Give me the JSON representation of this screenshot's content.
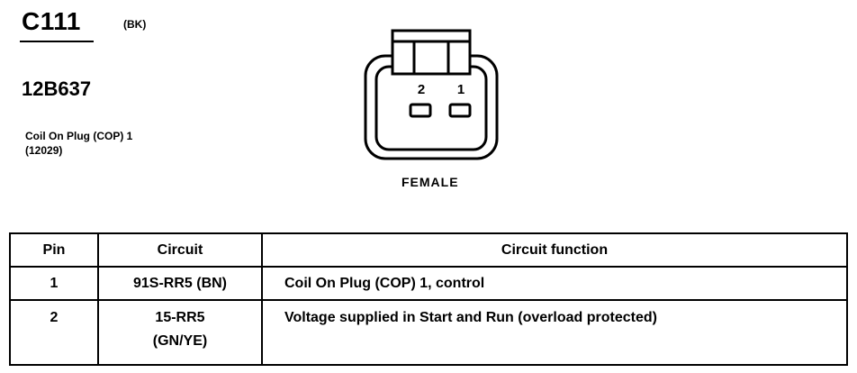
{
  "header": {
    "connector_id": "C111",
    "color_code": "(BK)",
    "part_number": "12B637",
    "description_lines": [
      "Coil On Plug (COP) 1",
      "(12029)"
    ]
  },
  "connector": {
    "pin_labels": [
      "2",
      "1"
    ],
    "gender": "FEMALE"
  },
  "table": {
    "headers": [
      "Pin",
      "Circuit",
      "Circuit function"
    ],
    "rows": [
      {
        "pin": "1",
        "circuit_lines": [
          "91S-RR5 (BN)"
        ],
        "function": "Coil On Plug (COP) 1, control"
      },
      {
        "pin": "2",
        "circuit_lines": [
          "15-RR5",
          "(GN/YE)"
        ],
        "function": "Voltage supplied in Start and Run (overload protected)"
      }
    ]
  }
}
